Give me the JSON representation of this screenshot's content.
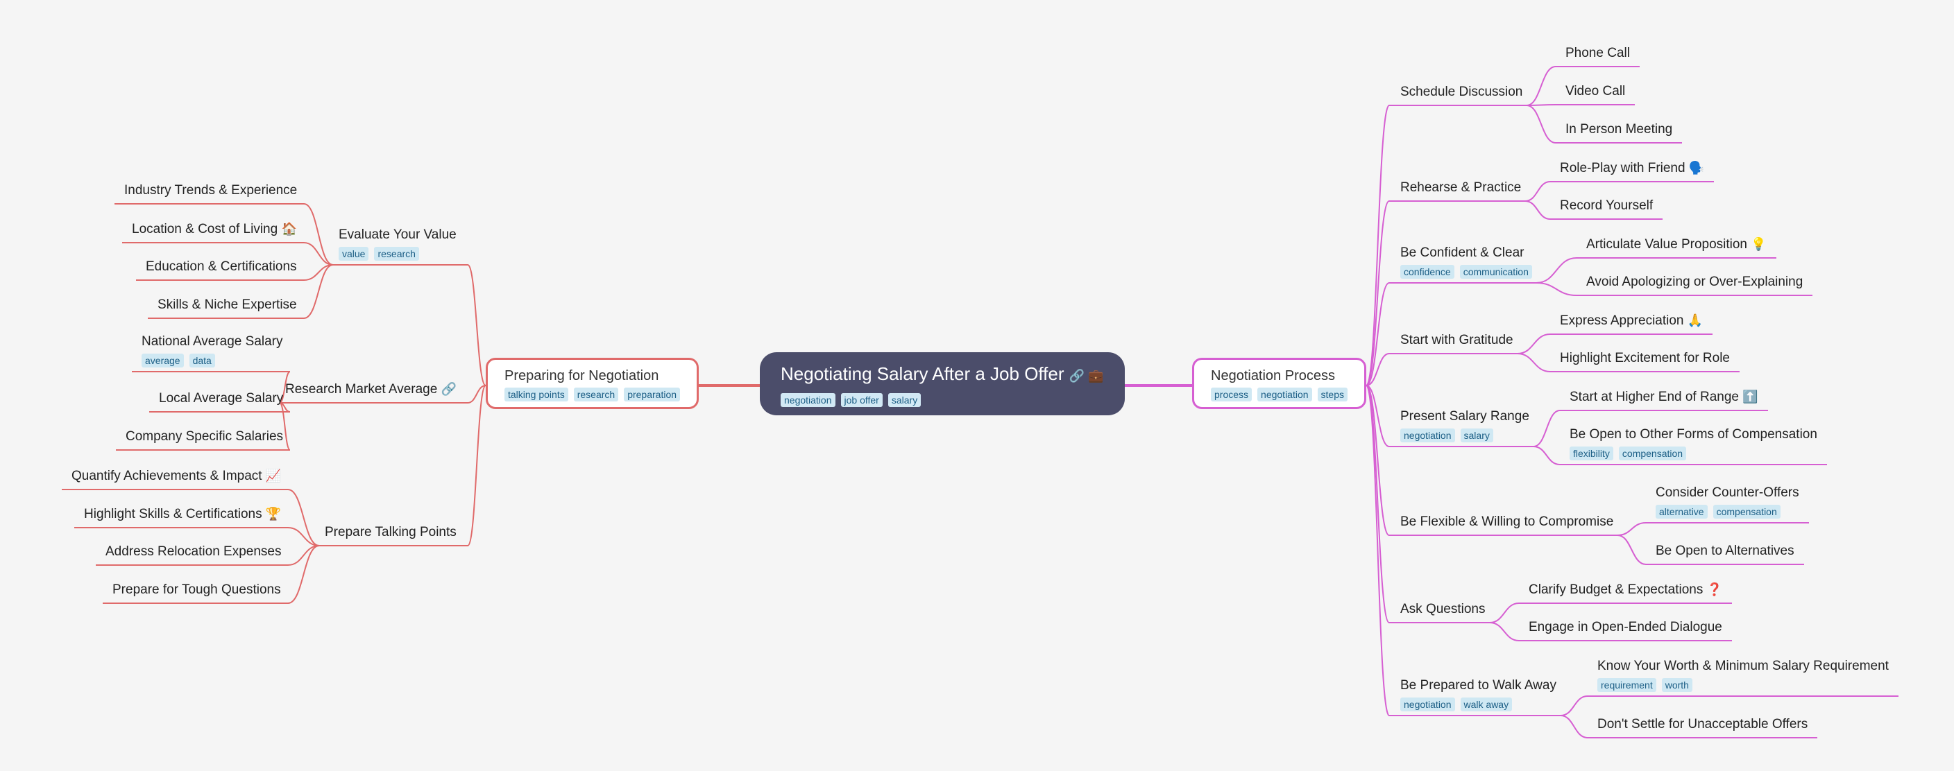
{
  "root": {
    "title": "Negotiating Salary After a Job Offer",
    "icons": "🔗 💼",
    "tags": [
      "negotiation",
      "job offer",
      "salary"
    ]
  },
  "left": {
    "title": "Preparing for Negotiation",
    "tags": [
      "talking points",
      "research",
      "preparation"
    ],
    "color": "#e06a6a",
    "children": [
      {
        "title": "Evaluate Your Value",
        "tags": [
          "value",
          "research"
        ],
        "children": [
          {
            "title": "Industry Trends & Experience"
          },
          {
            "title": "Location & Cost of Living",
            "icon": "🏠"
          },
          {
            "title": "Education & Certifications"
          },
          {
            "title": "Skills & Niche Expertise"
          }
        ]
      },
      {
        "title": "Research Market Average",
        "icon": "🔗",
        "children": [
          {
            "title": "National Average Salary",
            "tags": [
              "average",
              "data"
            ]
          },
          {
            "title": "Local Average Salary"
          },
          {
            "title": "Company Specific Salaries"
          }
        ]
      },
      {
        "title": "Prepare Talking Points",
        "children": [
          {
            "title": "Quantify Achievements & Impact",
            "icon": "📈"
          },
          {
            "title": "Highlight Skills & Certifications",
            "icon": "🏆"
          },
          {
            "title": "Address Relocation Expenses"
          },
          {
            "title": "Prepare for Tough Questions"
          }
        ]
      }
    ]
  },
  "right": {
    "title": "Negotiation Process",
    "tags": [
      "process",
      "negotiation",
      "steps"
    ],
    "color": "#d65fd2",
    "children": [
      {
        "title": "Schedule Discussion",
        "children": [
          {
            "title": "Phone Call"
          },
          {
            "title": "Video Call"
          },
          {
            "title": "In Person Meeting"
          }
        ]
      },
      {
        "title": "Rehearse & Practice",
        "children": [
          {
            "title": "Role-Play with Friend",
            "icon": "🗣️"
          },
          {
            "title": "Record Yourself"
          }
        ]
      },
      {
        "title": "Be Confident & Clear",
        "tags": [
          "confidence",
          "communication"
        ],
        "children": [
          {
            "title": "Articulate Value Proposition",
            "icon": "💡"
          },
          {
            "title": "Avoid Apologizing or Over-Explaining"
          }
        ]
      },
      {
        "title": "Start with Gratitude",
        "children": [
          {
            "title": "Express Appreciation",
            "icon": "🙏"
          },
          {
            "title": "Highlight Excitement for Role"
          }
        ]
      },
      {
        "title": "Present Salary Range",
        "tags": [
          "negotiation",
          "salary"
        ],
        "children": [
          {
            "title": "Start at Higher End of Range",
            "icon": "⬆️"
          },
          {
            "title": "Be Open to Other Forms of Compensation",
            "tags": [
              "flexibility",
              "compensation"
            ]
          }
        ]
      },
      {
        "title": "Be Flexible & Willing to Compromise",
        "children": [
          {
            "title": "Consider Counter-Offers",
            "tags": [
              "alternative",
              "compensation"
            ]
          },
          {
            "title": "Be Open to Alternatives"
          }
        ]
      },
      {
        "title": "Ask Questions",
        "children": [
          {
            "title": "Clarify Budget & Expectations",
            "icon": "❓"
          },
          {
            "title": "Engage in Open-Ended Dialogue"
          }
        ]
      },
      {
        "title": "Be Prepared to Walk Away",
        "tags": [
          "negotiation",
          "walk away"
        ],
        "children": [
          {
            "title": "Know Your Worth & Minimum Salary Requirement",
            "tags": [
              "requirement",
              "worth"
            ]
          },
          {
            "title": "Don't Settle for Unacceptable Offers"
          }
        ]
      }
    ]
  }
}
